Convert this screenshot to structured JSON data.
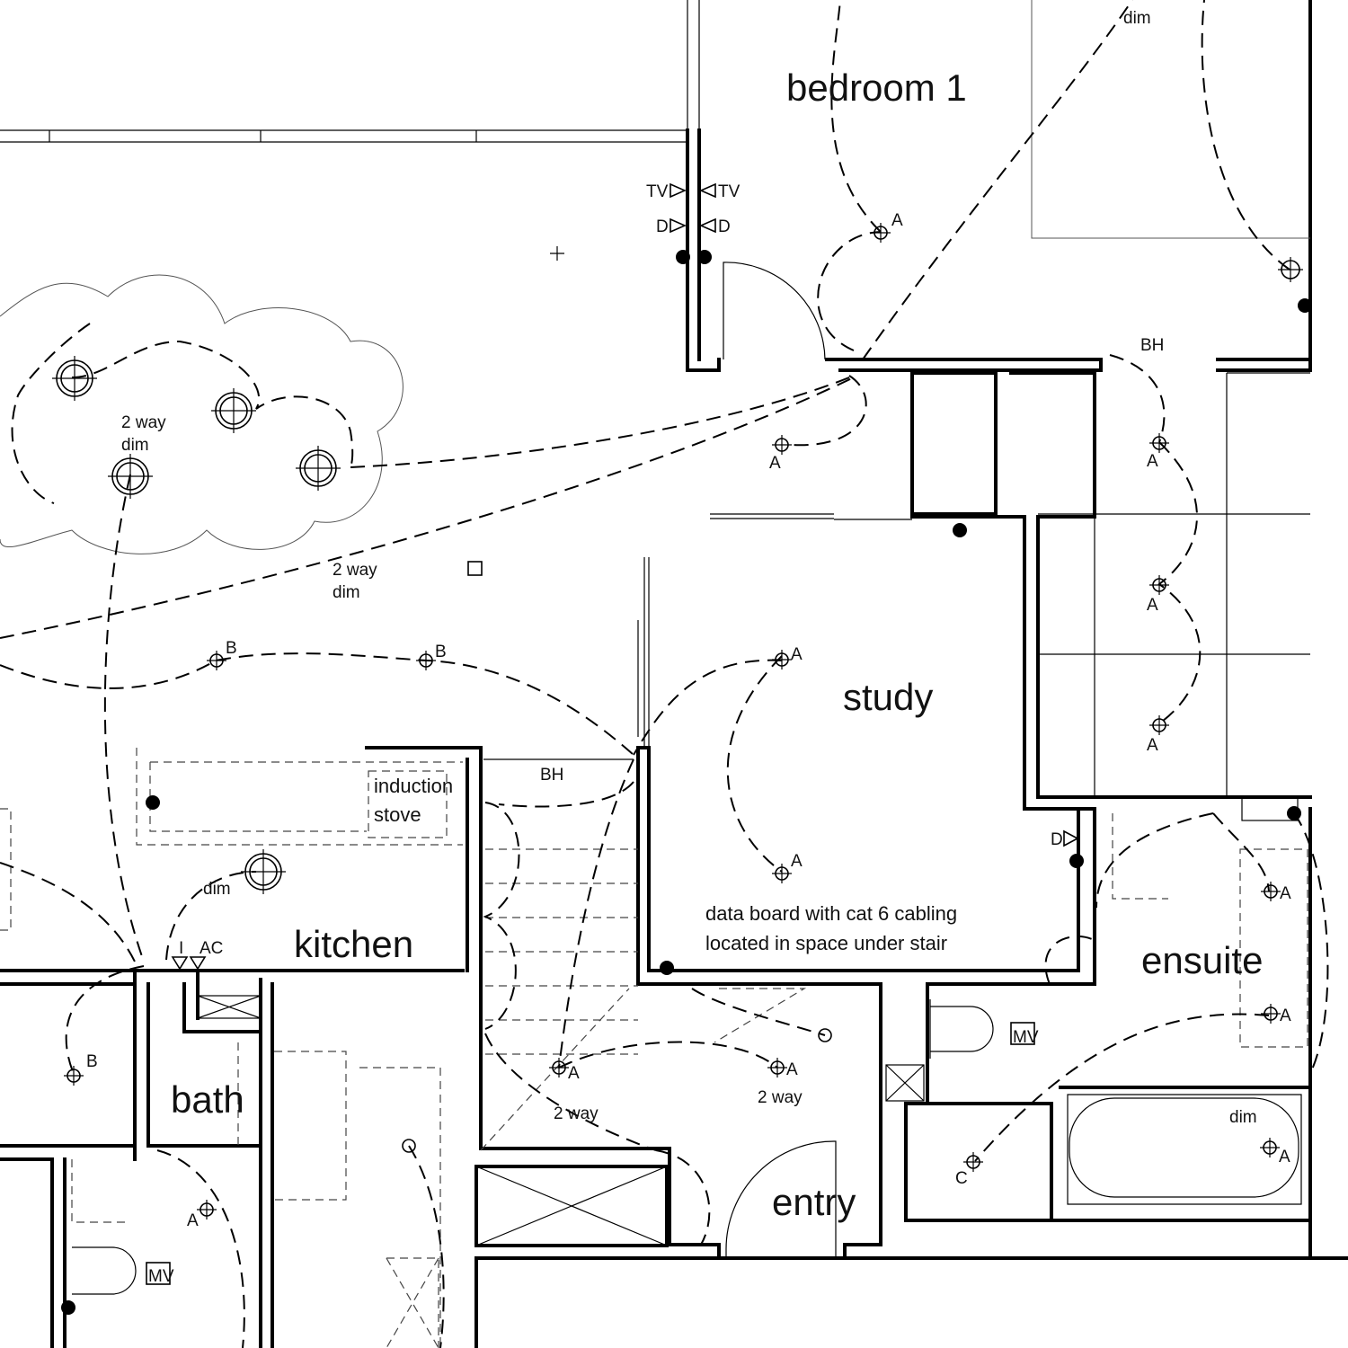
{
  "rooms": {
    "bedroom1": "bedroom 1",
    "study": "study",
    "kitchen": "kitchen",
    "ensuite": "ensuite",
    "bath": "bath",
    "entry": "entry"
  },
  "notes": {
    "induction_line1": "induction",
    "induction_line2": "stove",
    "data_board_line1": "data board with cat 6 cabling",
    "data_board_line2": "located in space under stair",
    "two_way_dim_a_1": "2 way",
    "two_way_dim_a_2": "dim",
    "two_way_dim_b_1": "2 way",
    "two_way_dim_b_2": "dim",
    "dim_kitchen": "dim",
    "dim_bedroom": "dim",
    "dim_ensuite": "dim",
    "two_way_entry_left": "2 way",
    "two_way_entry_right": "2 way",
    "bulkhead_bedroom": "BH",
    "bulkhead_stair": "BH"
  },
  "symbols": {
    "tv": "TV",
    "data": "D",
    "light_a": "A",
    "light_b": "B",
    "light_c": "C",
    "exhaust_fan": "MV",
    "air_con": "AC",
    "isolator": "I"
  }
}
